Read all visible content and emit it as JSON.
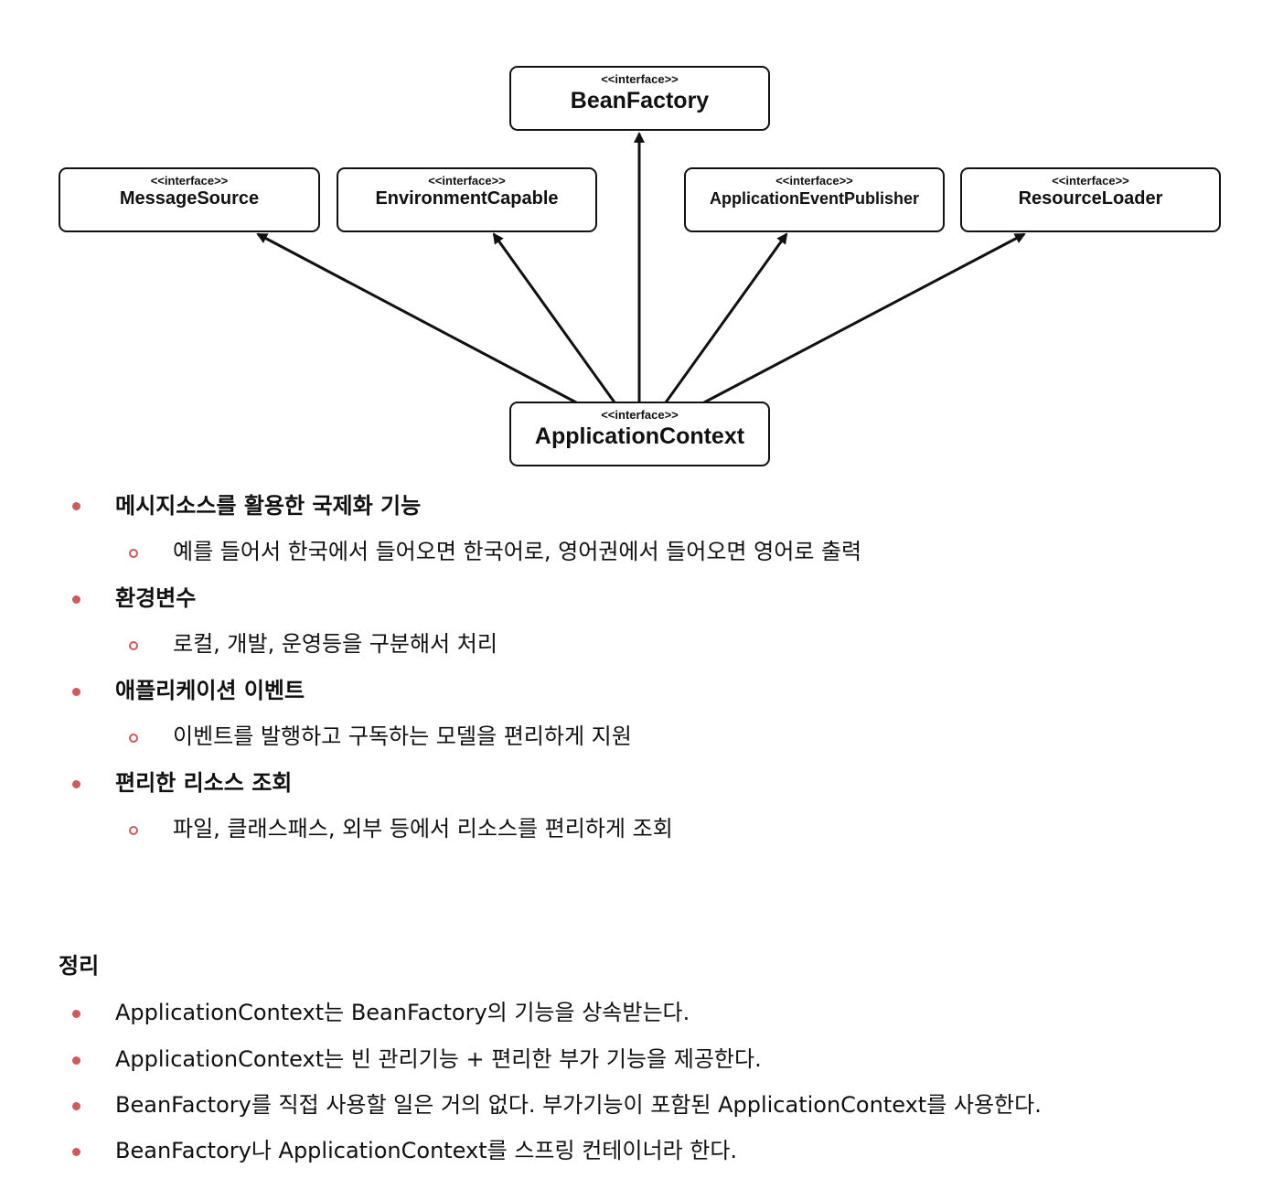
{
  "diagram": {
    "stereotype": "<<interface>>",
    "boxes": {
      "bean_factory": "BeanFactory",
      "message_source": "MessageSource",
      "environment_capable": "EnvironmentCapable",
      "application_event_publisher": "ApplicationEventPublisher",
      "resource_loader": "ResourceLoader",
      "application_context": "ApplicationContext"
    }
  },
  "features": [
    {
      "title": "메시지소스를 활용한 국제화 기능",
      "detail": "예를 들어서 한국에서 들어오면 한국어로, 영어권에서 들어오면 영어로 출력"
    },
    {
      "title": "환경변수",
      "detail": "로컬, 개발, 운영등을 구분해서 처리"
    },
    {
      "title": "애플리케이션 이벤트",
      "detail": "이벤트를 발행하고 구독하는 모델을 편리하게 지원"
    },
    {
      "title": "편리한 리소스 조회",
      "detail": "파일, 클래스패스, 외부 등에서 리소스를 편리하게 조회"
    }
  ],
  "summary": {
    "heading": "정리",
    "items": [
      "ApplicationContext는 BeanFactory의 기능을 상속받는다.",
      "ApplicationContext는 빈 관리기능 + 편리한 부가 기능을 제공한다.",
      "BeanFactory를 직접 사용할 일은 거의 없다. 부가기능이 포함된 ApplicationContext를 사용한다.",
      "BeanFactory나 ApplicationContext를 스프링 컨테이너라 한다."
    ]
  },
  "colors": {
    "bullet": "#d05a5a",
    "line": "#111111"
  }
}
